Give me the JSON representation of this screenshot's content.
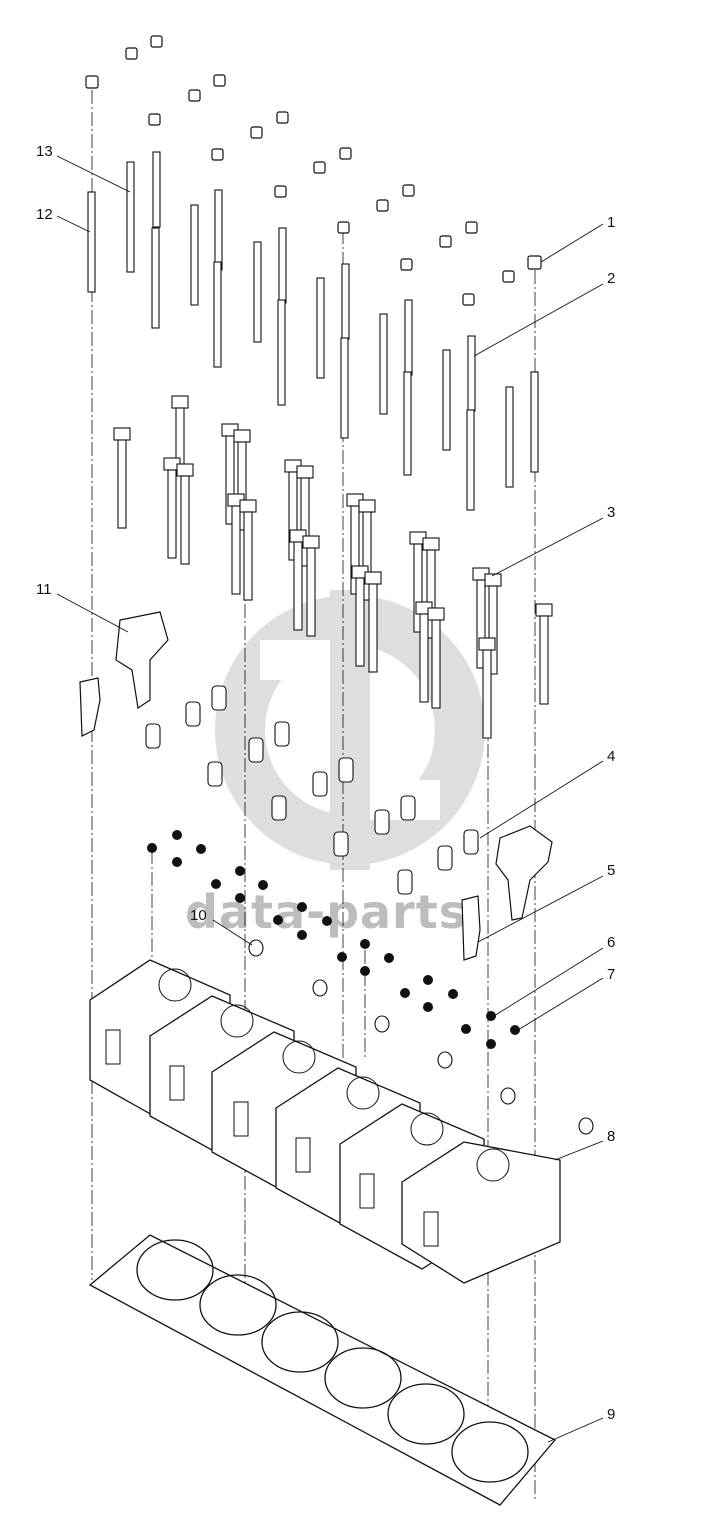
{
  "diagram": {
    "callouts": [
      {
        "label": "1"
      },
      {
        "label": "2"
      },
      {
        "label": "3"
      },
      {
        "label": "4"
      },
      {
        "label": "5"
      },
      {
        "label": "6"
      },
      {
        "label": "7"
      },
      {
        "label": "8"
      },
      {
        "label": "9"
      },
      {
        "label": "10"
      },
      {
        "label": "11"
      },
      {
        "label": "12"
      },
      {
        "label": "13"
      }
    ],
    "watermark": {
      "text": "data-parts",
      "color": "#bdbdbd"
    },
    "line_color": "#111111"
  }
}
